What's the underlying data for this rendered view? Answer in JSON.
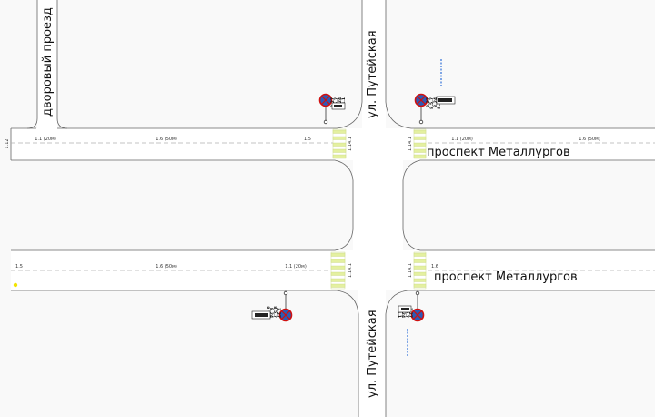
{
  "streets": {
    "dvorovy": "дворовый проезд",
    "puteyskaya_top": "ул. Путейская",
    "puteyskaya_bottom": "ул. Путейская",
    "metallurgov_top": "проспект Металлургов",
    "metallurgov_bottom": "проспект Металлургов"
  },
  "markings": {
    "upper_left_far": "1.12",
    "upper_left_1": "1.1 (20м)",
    "upper_left_2": "1.6 (50м)",
    "upper_left_3": "1.5",
    "upper_left_zebra": "1.14.1",
    "upper_right_zebra": "1.14.1",
    "upper_right_1": "1.1 (20м)",
    "upper_right_2": "1.6 (50м)",
    "lower_left_far": "1.5",
    "lower_left_1": "1.6 (50м)",
    "lower_left_2": "1.1 (20м)",
    "lower_left_zebra": "1.14.1",
    "lower_right_zebra": "1.14.1",
    "lower_right_1": "1.6"
  },
  "signs": {
    "tl": {
      "main": "3.27",
      "plate1": "8.5.7",
      "plate2": "8.24",
      "plate3": "8.4.1"
    },
    "tr": {
      "main": "3.27",
      "plate1": "8.5.7",
      "plate2": "8.24",
      "plate3": "8.2.3"
    },
    "bl": {
      "main": "3.27",
      "plate1": "8.5.7",
      "plate2": "8.24",
      "plate3": "8.2.3"
    },
    "br": {
      "main": "3.27",
      "plate1": "8.5.7",
      "plate2": "8.24",
      "plate3": "8.4.1"
    }
  },
  "colors": {
    "background": "#f9f9f9",
    "road": "#ffffff",
    "zebra": "#e4f0a0",
    "sign_ring": "#d01010",
    "sign_fill": "#2b5bb8",
    "blue_dash": "#2f6fd8"
  }
}
